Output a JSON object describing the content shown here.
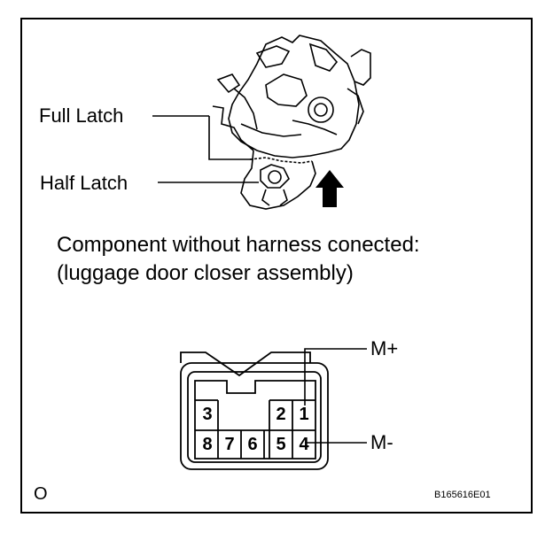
{
  "labels": {
    "full_latch": "Full Latch",
    "half_latch": "Half Latch"
  },
  "caption": {
    "line1": "Component without harness conected:",
    "line2": "(luggage door closer assembly)"
  },
  "connector": {
    "pins_top": [
      "3",
      "2",
      "1"
    ],
    "pins_bottom": [
      "8",
      "7",
      "6",
      "5",
      "4"
    ],
    "terminal_plus": "M+",
    "terminal_minus": "M-"
  },
  "footer": {
    "left_mark": "O",
    "figure_code": "B165616E01"
  },
  "colors": {
    "ink": "#000000",
    "paper": "#ffffff"
  },
  "icons": [
    "up-arrow-icon"
  ]
}
